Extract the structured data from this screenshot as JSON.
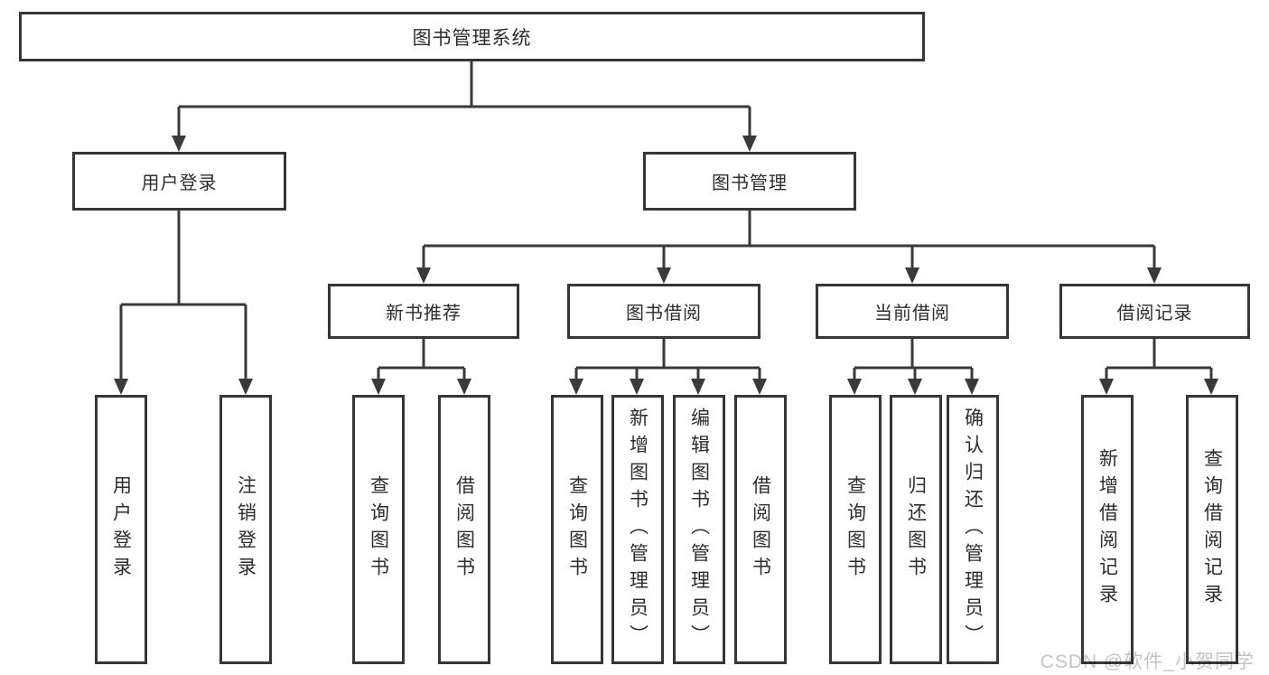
{
  "diagram": {
    "root": {
      "label": "图书管理系统"
    },
    "level2": [
      {
        "label": "用户登录",
        "parent": "图书管理系统"
      },
      {
        "label": "图书管理",
        "parent": "图书管理系统"
      }
    ],
    "level3": [
      {
        "label": "新书推荐",
        "parent": "图书管理"
      },
      {
        "label": "图书借阅",
        "parent": "图书管理"
      },
      {
        "label": "当前借阅",
        "parent": "图书管理"
      },
      {
        "label": "借阅记录",
        "parent": "图书管理"
      }
    ],
    "leaves": [
      {
        "label": "用户登录",
        "parent": "用户登录"
      },
      {
        "label": "注销登录",
        "parent": "用户登录"
      },
      {
        "label": "查询图书",
        "parent": "新书推荐"
      },
      {
        "label": "借阅图书",
        "parent": "新书推荐"
      },
      {
        "label": "查询图书",
        "parent": "图书借阅"
      },
      {
        "label": "新增图书（管理员）",
        "parent": "图书借阅"
      },
      {
        "label": "编辑图书（管理员）",
        "parent": "图书借阅"
      },
      {
        "label": "借阅图书",
        "parent": "图书借阅"
      },
      {
        "label": "查询图书",
        "parent": "当前借阅"
      },
      {
        "label": "归还图书",
        "parent": "当前借阅"
      },
      {
        "label": "确认归还（管理员）",
        "parent": "当前借阅"
      },
      {
        "label": "新增借阅记录",
        "parent": "借阅记录"
      },
      {
        "label": "查询借阅记录",
        "parent": "借阅记录"
      }
    ]
  },
  "watermark": {
    "text": "CSDN @软件_小贺同学"
  },
  "colors": {
    "line": "#3a3a3a",
    "border": "#363636",
    "text": "#2d2d2d",
    "watermark": "#c4c4c4",
    "background": "#ffffff"
  }
}
